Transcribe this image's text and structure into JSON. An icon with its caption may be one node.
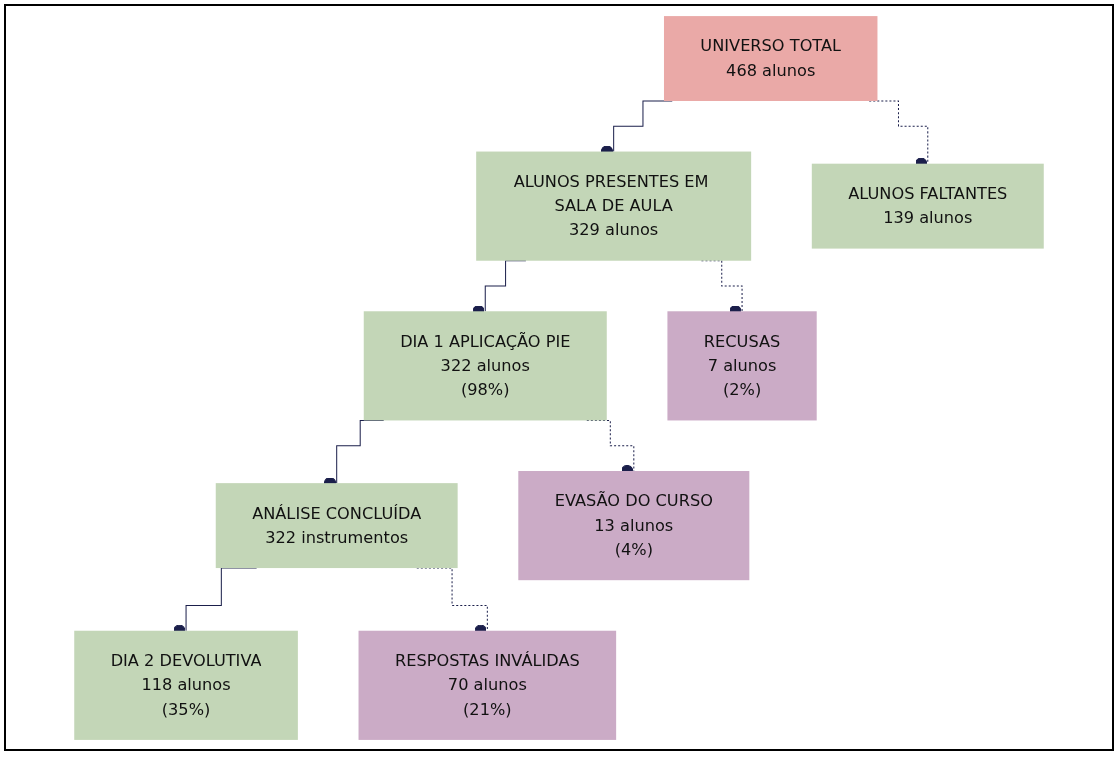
{
  "diagram": {
    "nodes": [
      {
        "text": [
          "UNIVERSO TOTAL",
          "468 alunos"
        ]
      },
      {
        "text": [
          "ALUNOS PRESENTES EM SALA DE AULA",
          "329 alunos"
        ]
      },
      {
        "text": [
          "ALUNOS FALTANTES",
          "139 alunos"
        ]
      },
      {
        "text": [
          "DIA 1 APLICAÇÃO PIE",
          "322 alunos",
          "(98%)"
        ]
      },
      {
        "text": [
          "RECUSAS",
          "7 alunos",
          "(2%)"
        ]
      },
      {
        "text": [
          "ANÁLISE CONCLUÍDA",
          "322 instrumentos"
        ]
      },
      {
        "text": [
          "EVASÃO DO CURSO",
          "13 alunos",
          "(4%)"
        ]
      },
      {
        "text": [
          "DIA 2 DEVOLUTIVA",
          "118 alunos",
          "(35%)"
        ]
      },
      {
        "text": [
          "RESPOSTAS INVÁLIDAS",
          "70 alunos",
          "(21%)"
        ]
      }
    ],
    "edges": [
      {
        "from": 0,
        "to": 1,
        "arrow": "other"
      },
      {
        "from": 0,
        "to": 2,
        "arrow": "other",
        "style": "dashed"
      },
      {
        "from": 1,
        "to": 3,
        "arrow": "other"
      },
      {
        "from": 1,
        "to": 4,
        "arrow": "other",
        "style": "dashed"
      },
      {
        "from": 3,
        "to": 5,
        "arrow": "other"
      },
      {
        "from": 3,
        "to": 6,
        "arrow": "other",
        "style": "dashed"
      },
      {
        "from": 5,
        "to": 7,
        "arrow": "other"
      },
      {
        "from": 5,
        "to": 8,
        "arrow": "other",
        "style": "dashed"
      }
    ]
  }
}
